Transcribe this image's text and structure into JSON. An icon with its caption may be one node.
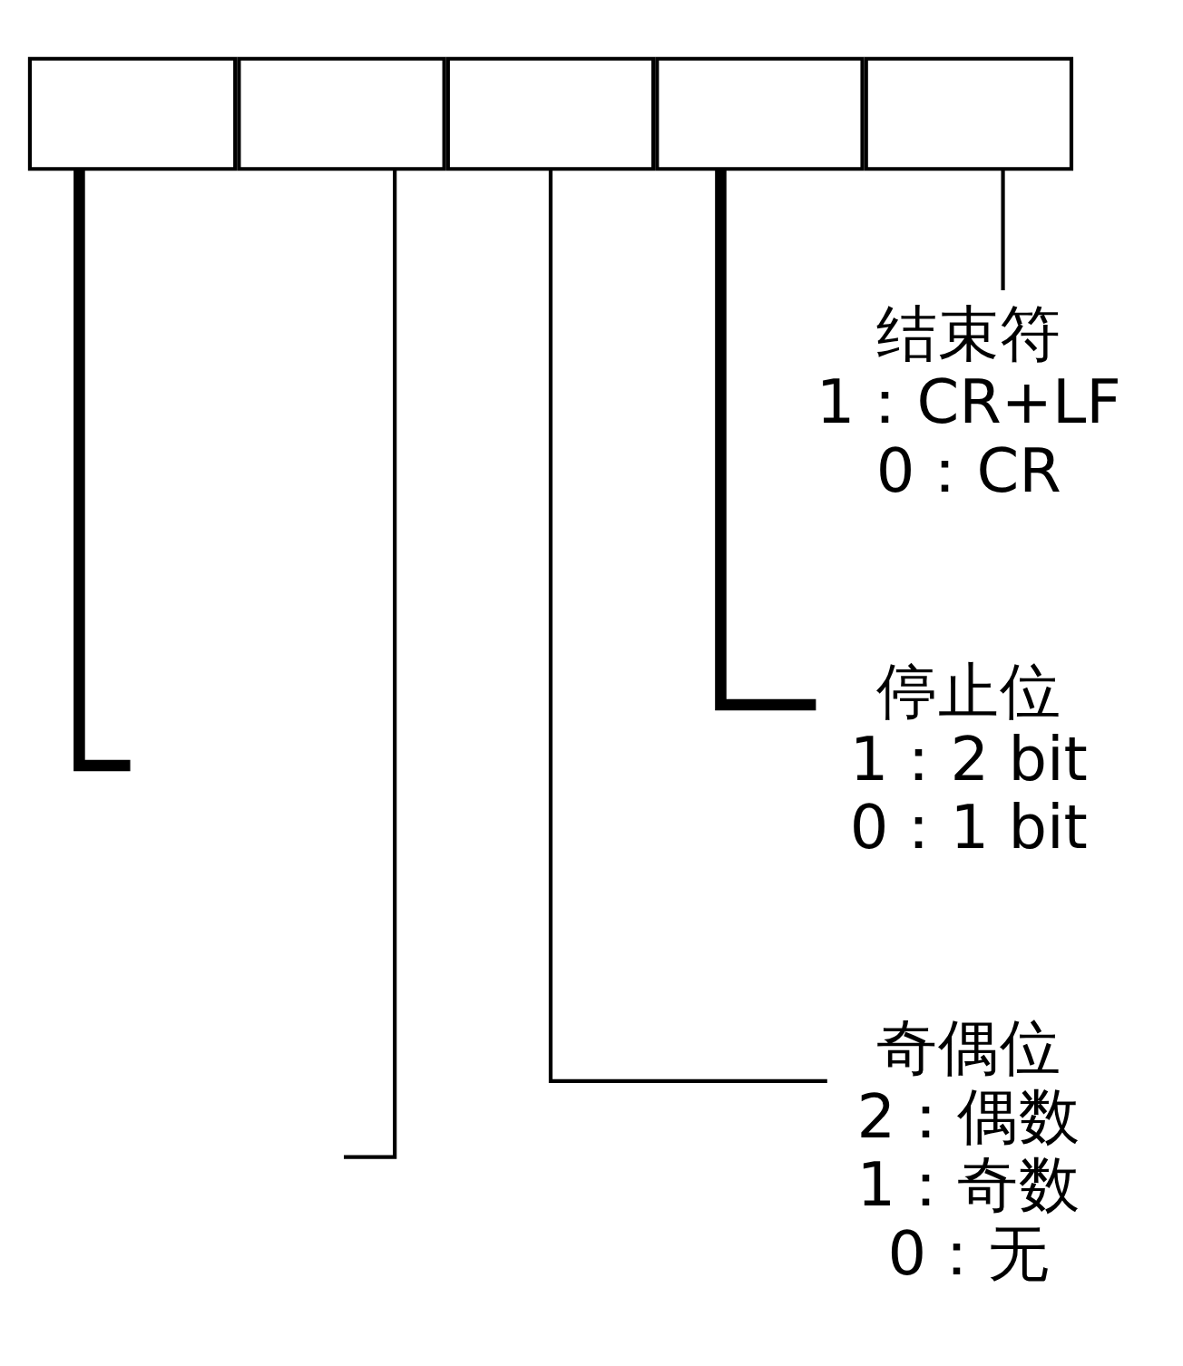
{
  "diagram": {
    "nodes": [
      {
        "text": [],
        "shape": "box"
      },
      {
        "text": [],
        "shape": "box"
      },
      {
        "text": [],
        "shape": "box"
      },
      {
        "text": [],
        "shape": "box"
      },
      {
        "text": [],
        "shape": "box"
      },
      {
        "text": [
          "结束符",
          "1：CR+LF",
          "0：CR"
        ]
      },
      {
        "text": [
          "停止位",
          "1：2 bit",
          "0：1 bit"
        ]
      },
      {
        "text": [
          "奇偶位",
          "2：偶数",
          "1：奇数",
          "0：无"
        ]
      }
    ],
    "edges": [
      {
        "from": null,
        "to": 0,
        "arrow": "none",
        "style": "thick"
      },
      {
        "from": null,
        "to": 1,
        "arrow": "none"
      },
      {
        "from": 7,
        "to": 2,
        "arrow": "none"
      },
      {
        "from": 6,
        "to": 3,
        "arrow": "none",
        "style": "thick"
      },
      {
        "from": 5,
        "to": 4,
        "arrow": "none"
      }
    ]
  }
}
